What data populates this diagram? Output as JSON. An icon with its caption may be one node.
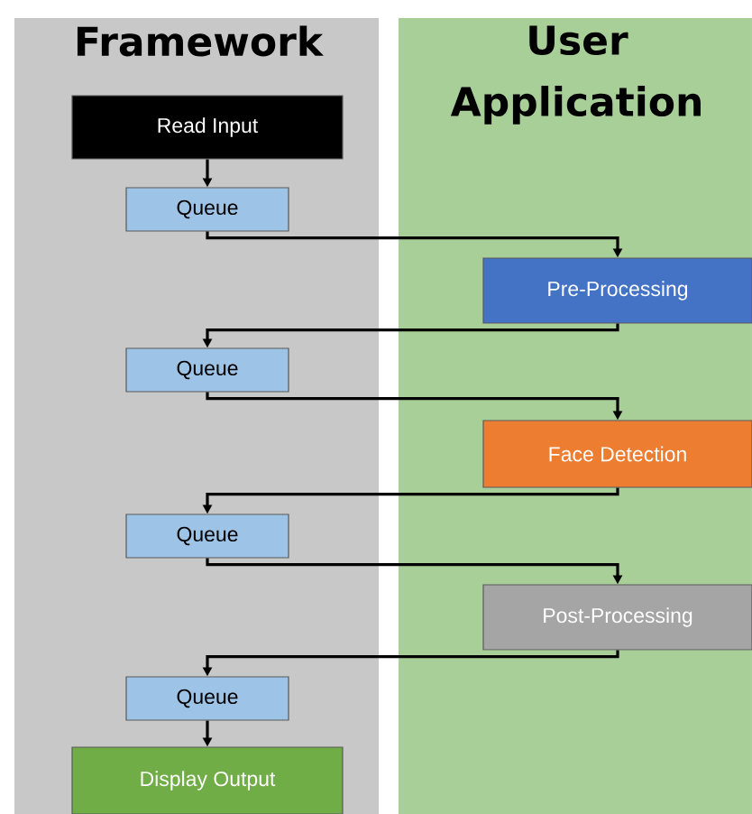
{
  "diagram": {
    "nodes": [
      {
        "text": [
          "Framework"
        ]
      },
      {
        "text": [
          "User Application"
        ]
      },
      {
        "text": [
          "Read Input"
        ],
        "in": 0
      },
      {
        "text": [
          "Queue"
        ],
        "in": 0
      },
      {
        "text": [
          "Pre-Processing"
        ],
        "in": 1
      },
      {
        "text": [
          "Queue"
        ],
        "in": 0
      },
      {
        "text": [
          "Face Detection"
        ],
        "in": 1
      },
      {
        "text": [
          "Queue"
        ],
        "in": 0
      },
      {
        "text": [
          "Post-Processing"
        ],
        "in": 1
      },
      {
        "text": [
          "Queue"
        ],
        "in": 0
      },
      {
        "text": [
          "Display Output"
        ],
        "in": 0
      }
    ],
    "edges": [
      {
        "from": 2,
        "to": 3,
        "arrow": "to"
      },
      {
        "from": 3,
        "to": 4,
        "arrow": "to"
      },
      {
        "from": 4,
        "to": 5,
        "arrow": "to"
      },
      {
        "from": 5,
        "to": 6,
        "arrow": "to"
      },
      {
        "from": 6,
        "to": 7,
        "arrow": "to"
      },
      {
        "from": 7,
        "to": 8,
        "arrow": "to"
      },
      {
        "from": 8,
        "to": 9,
        "arrow": "to"
      },
      {
        "from": 9,
        "to": 10,
        "arrow": "to"
      }
    ]
  }
}
